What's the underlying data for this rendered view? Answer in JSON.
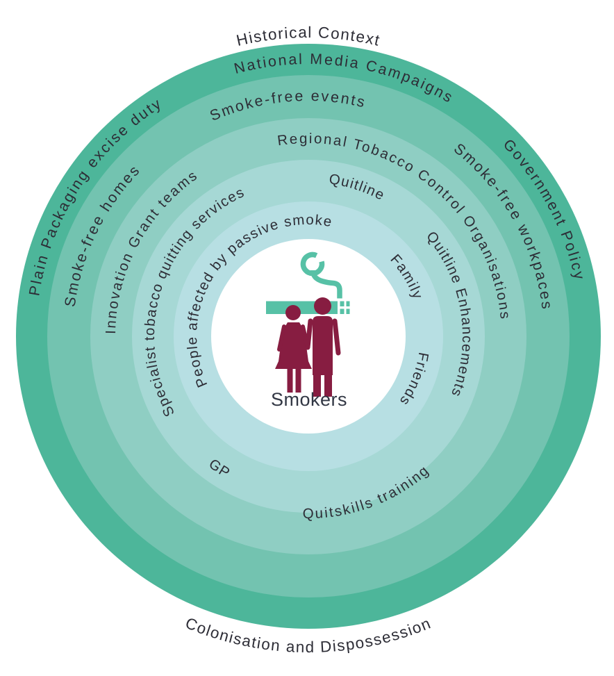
{
  "diagram": {
    "outer_top_label": "Historical Context",
    "outer_bottom_label": "Colonisation and Dispossession",
    "center": {
      "label": "Smokers",
      "icon": "smoking-couple-icon"
    },
    "colors": {
      "ring_text": "#2d2d36",
      "figure": "#871d41",
      "cigarette": "#57c1a6",
      "center_bg": "#ffffff",
      "smokers_text": "#323744"
    },
    "rings": [
      {
        "name": "national-policy-ring",
        "color": "#4db69a",
        "labels": [
          {
            "text": "National Media Campaigns",
            "position": "top"
          },
          {
            "text": "Government Policy",
            "position": "right"
          },
          {
            "text": "Plain Packaging excise duty",
            "position": "left"
          }
        ]
      },
      {
        "name": "smoke-free-environments-ring",
        "color": "#73c3b0",
        "labels": [
          {
            "text": "Smoke-free events",
            "position": "top"
          },
          {
            "text": "Smoke-free workpaces",
            "position": "right"
          },
          {
            "text": "Smoke-free homes",
            "position": "left"
          }
        ]
      },
      {
        "name": "tobacco-control-programs-ring",
        "color": "#8fcec3",
        "labels": [
          {
            "text": "Regional Tobacco Control Organisations",
            "position": "top-right"
          },
          {
            "text": "Innovation Grant teams",
            "position": "left"
          },
          {
            "text": "Quitskills training",
            "position": "bottom-right"
          }
        ]
      },
      {
        "name": "quit-support-services-ring",
        "color": "#a6d8d5",
        "labels": [
          {
            "text": "Quitline",
            "position": "top"
          },
          {
            "text": "Quitline Enhancements",
            "position": "right"
          },
          {
            "text": "Specialist tobacco quitting services",
            "position": "left"
          },
          {
            "text": "GP",
            "position": "bottom-left"
          }
        ]
      },
      {
        "name": "social-circle-ring",
        "color": "#b7dfe3",
        "labels": [
          {
            "text": "People affected by passive smoke",
            "position": "upper-left"
          },
          {
            "text": "Family",
            "position": "right"
          },
          {
            "text": "Friends",
            "position": "lower-right"
          }
        ]
      }
    ]
  }
}
